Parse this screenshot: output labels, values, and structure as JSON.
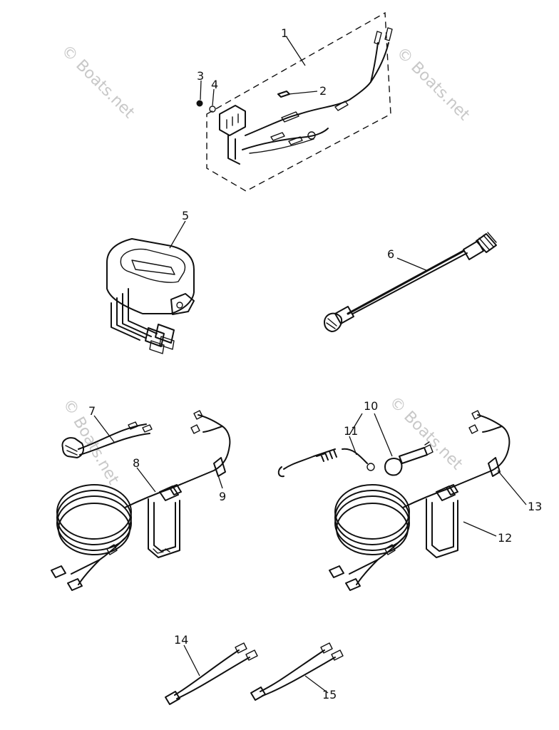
{
  "watermark": {
    "text": "© Boats.net",
    "color": "#c8c8c8"
  },
  "callouts": [
    "1",
    "2",
    "3",
    "4",
    "5",
    "6",
    "7",
    "8",
    "9",
    "10",
    "11",
    "12",
    "13",
    "14",
    "15"
  ],
  "colors": {
    "ink": "#111111",
    "background": "#ffffff"
  }
}
